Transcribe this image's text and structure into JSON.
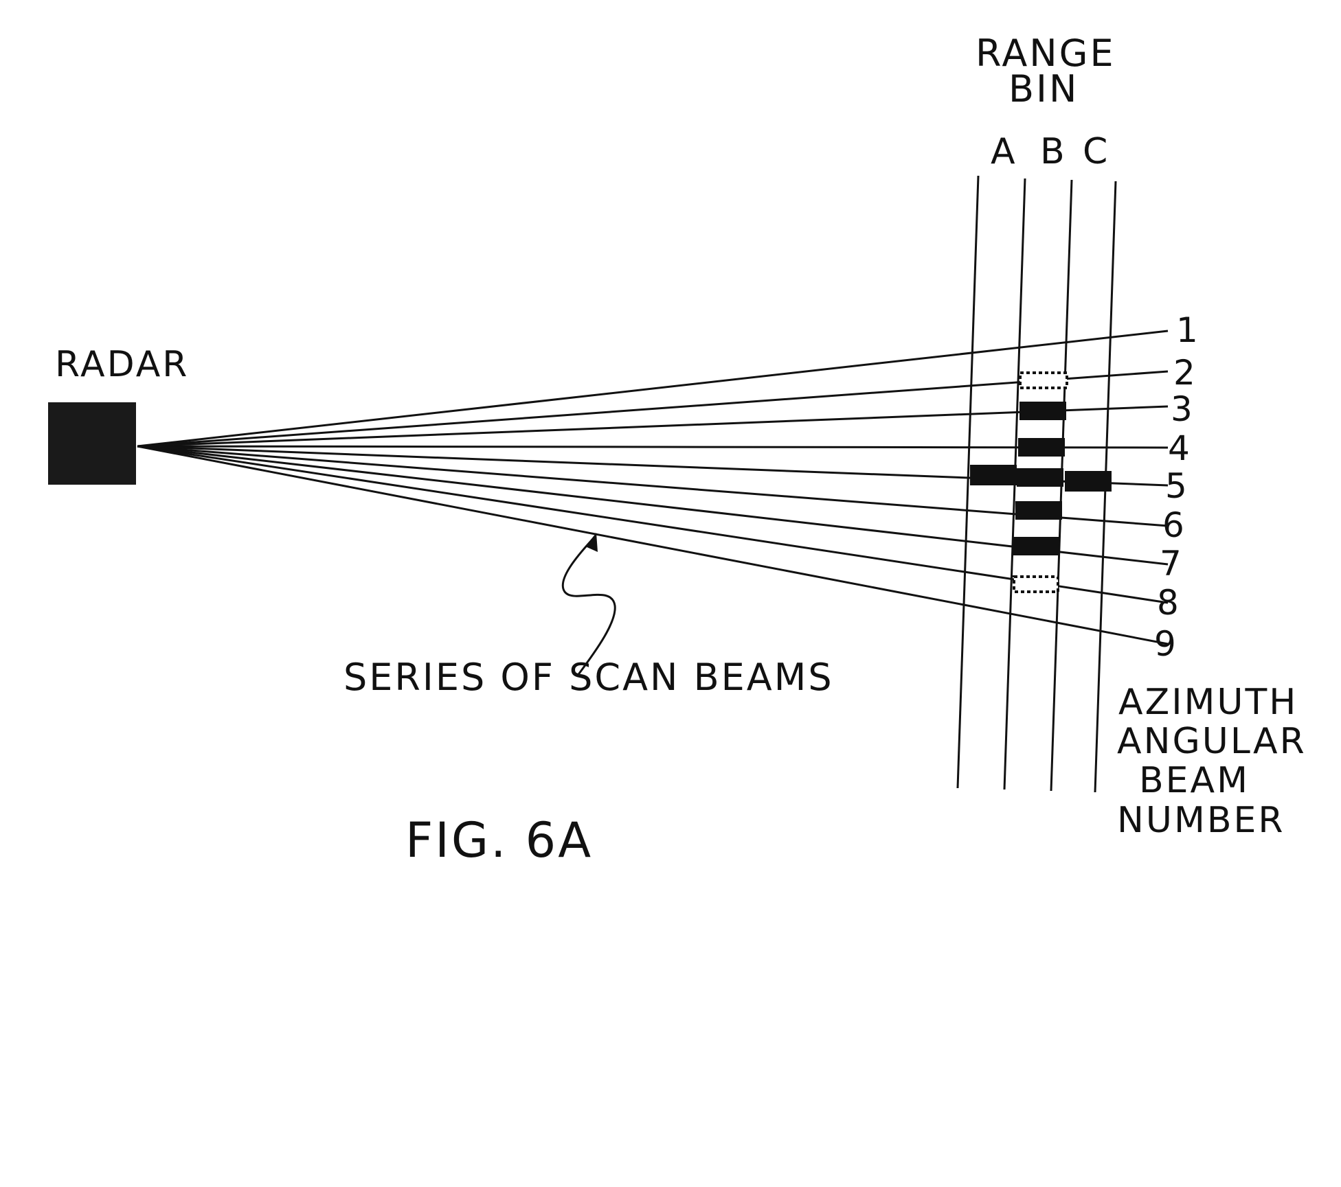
{
  "labels": {
    "radar": "RADAR",
    "range_bin_line1": "RANGE",
    "range_bin_line2": "BIN",
    "bin_a": "A",
    "bin_b": "B",
    "bin_c": "C",
    "series": "SERIES OF SCAN BEAMS",
    "azimuth_line1": "AZIMUTH",
    "azimuth_line2": "ANGULAR",
    "azimuth_line3": "BEAM",
    "azimuth_line4": "NUMBER",
    "figure": "FIG. 6A"
  },
  "beam_numbers": [
    "1",
    "2",
    "3",
    "4",
    "5",
    "6",
    "7",
    "8",
    "9"
  ],
  "colors": {
    "ink": "#111111",
    "background": "#ffffff"
  }
}
